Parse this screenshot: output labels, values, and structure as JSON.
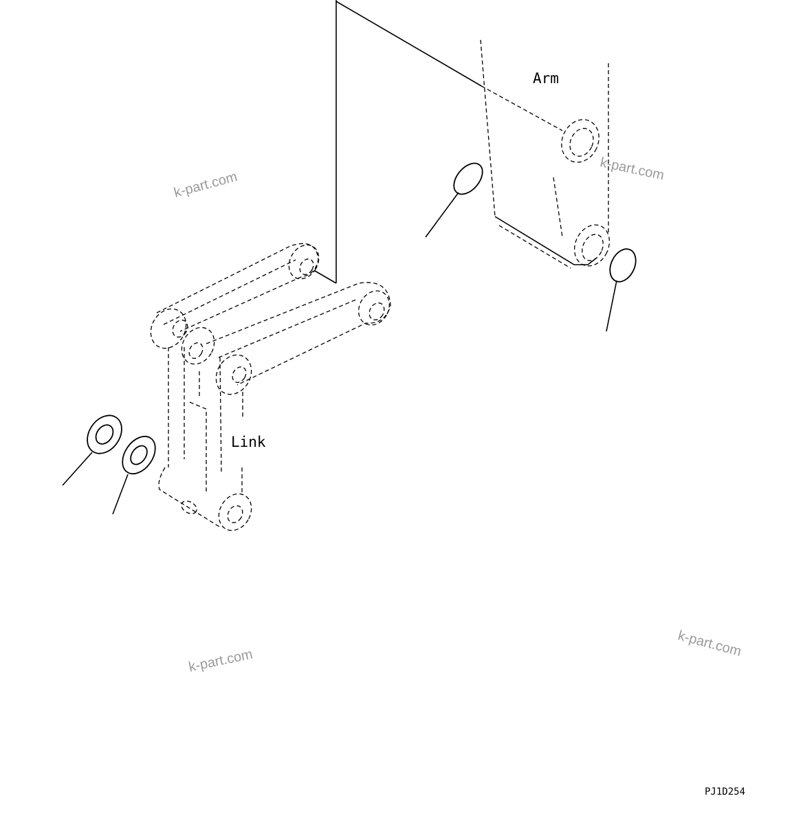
{
  "labels": {
    "arm": "Arm",
    "link": "Link",
    "figure_code": "PJ1D254"
  },
  "watermarks": [
    "k-part.com",
    "k-part.com",
    "k-part.com",
    "k-part.com"
  ],
  "colors": {
    "line": "#000000",
    "watermark": "#9a9a9a",
    "background": "#ffffff"
  }
}
